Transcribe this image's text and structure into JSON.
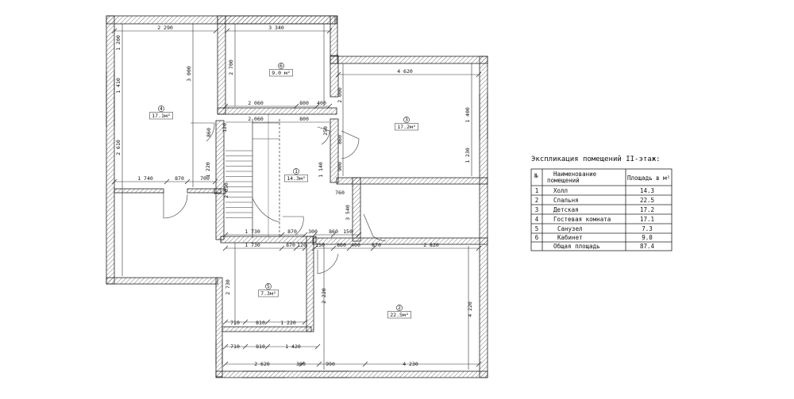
{
  "plan": {
    "dimensions": [
      "2 290",
      "3 340",
      "1 200",
      "1 410",
      "3 000",
      "2 700",
      "2 610",
      "2 060",
      "800",
      "400",
      "2 060",
      "800",
      "860",
      "120",
      "1 220",
      "1 740",
      "870",
      "700",
      "4 620",
      "2 000",
      "860",
      "1 400",
      "1 230",
      "1 140",
      "760",
      "900",
      "250",
      "2 030",
      "1 730",
      "870",
      "300",
      "860",
      "150",
      "3 540",
      "1 730",
      "870",
      "120",
      "150",
      "860",
      "400",
      "870",
      "2 820",
      "2 730",
      "710",
      "810",
      "1 220",
      "2 220",
      "710",
      "810",
      "1 420",
      "2 620",
      "300",
      "990",
      "4 230",
      "4 220"
    ],
    "rooms": [
      {
        "num": "1",
        "area": "14.3м²"
      },
      {
        "num": "2",
        "area": "22.5м²"
      },
      {
        "num": "3",
        "area": "17.2м²"
      },
      {
        "num": "4",
        "area": "17.1м²"
      },
      {
        "num": "5",
        "area": "7.3м²"
      },
      {
        "num": "6",
        "area": "9.0 м²"
      }
    ]
  },
  "explication": {
    "title": "Экспликация помещений II-этаж:",
    "headers": {
      "num": "№",
      "name_1": "Наименование",
      "name_2": "помещений",
      "area": "Площадь в м²"
    },
    "rows": [
      {
        "num": "1",
        "name": "Холл",
        "area": "14.3"
      },
      {
        "num": "2",
        "name": "Спальня",
        "area": "22.5"
      },
      {
        "num": "3",
        "name": "Детская",
        "area": "17.2"
      },
      {
        "num": "4",
        "name": "Гостевая комната",
        "area": "17.1"
      },
      {
        "num": "5",
        "name": "Санузел",
        "area": "7.3"
      },
      {
        "num": "6",
        "name": "Кабинет",
        "area": "9.0"
      }
    ],
    "total": {
      "name": "Общая площадь",
      "area": "87.4"
    }
  }
}
